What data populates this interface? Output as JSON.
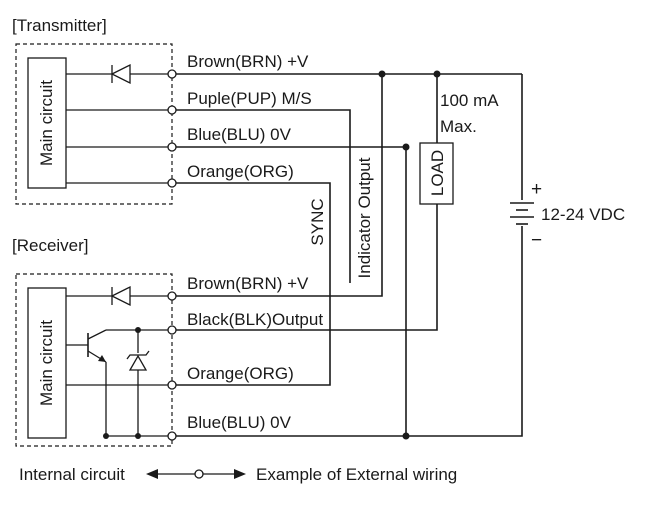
{
  "transmitter": {
    "title": "[Transmitter]",
    "main_circuit": "Main circuit",
    "wires": [
      "Brown(BRN) +V",
      "Puple(PUP) M/S",
      "Blue(BLU) 0V",
      "Orange(ORG)"
    ]
  },
  "receiver": {
    "title": "[Receiver]",
    "main_circuit": "Main circuit",
    "wires": [
      "Brown(BRN) +V",
      "Black(BLK)Output",
      "Orange(ORG)",
      "Blue(BLU) 0V"
    ]
  },
  "sync_label": "SYNC",
  "indicator_label": "Indicator Output",
  "load": {
    "label": "LOAD",
    "current_line1": "100 mA",
    "current_line2": "Max."
  },
  "supply": {
    "plus": "+",
    "minus": "−",
    "label": "12-24 VDC"
  },
  "legend": {
    "internal": "Internal circuit",
    "external": "Example of External wiring"
  }
}
